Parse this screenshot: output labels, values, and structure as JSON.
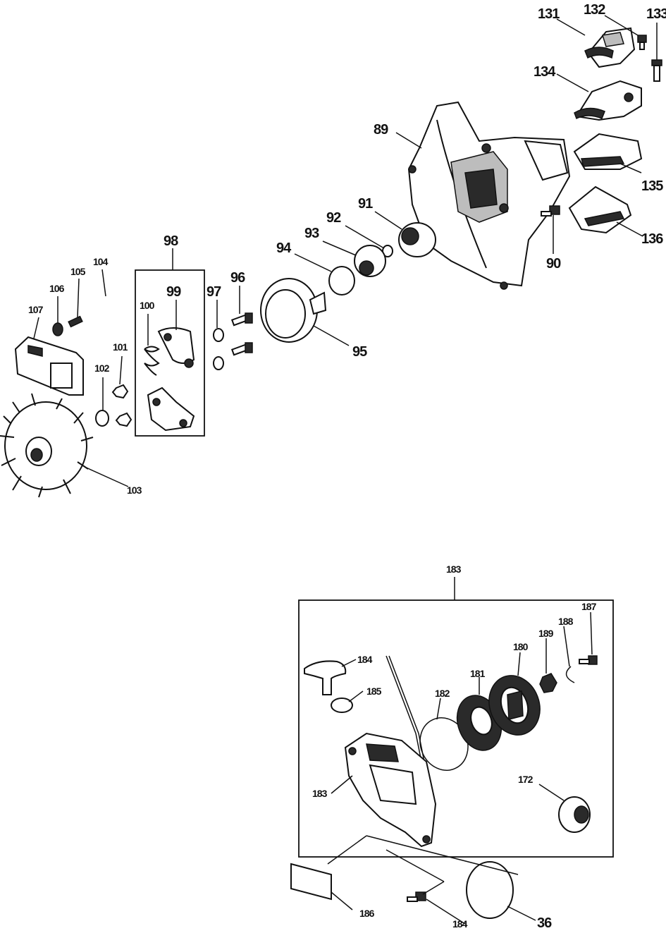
{
  "colors": {
    "ink": "#111111",
    "paper": "#ffffff",
    "shade": "#2a2a2a"
  },
  "labels": {
    "p131": "131",
    "p132": "132",
    "p133": "133",
    "p134": "134",
    "p135": "135",
    "p136": "136",
    "p89": "89",
    "p90": "90",
    "p91": "91",
    "p92": "92",
    "p93": "93",
    "p94": "94",
    "p95": "95",
    "p96": "96",
    "p97": "97",
    "p98": "98",
    "p99": "99",
    "p100": "100",
    "p101": "101",
    "p102": "102",
    "p103": "103",
    "p104": "104",
    "p105": "105",
    "p106": "106",
    "p107": "107",
    "s183": "183",
    "s184a": "184",
    "s185a": "185",
    "s182": "182",
    "s181": "181",
    "s180": "180",
    "s189": "189",
    "s188": "188",
    "s187": "187",
    "s172": "172",
    "s18x": "183",
    "s186": "186",
    "s184b": "184",
    "s36": "36"
  }
}
